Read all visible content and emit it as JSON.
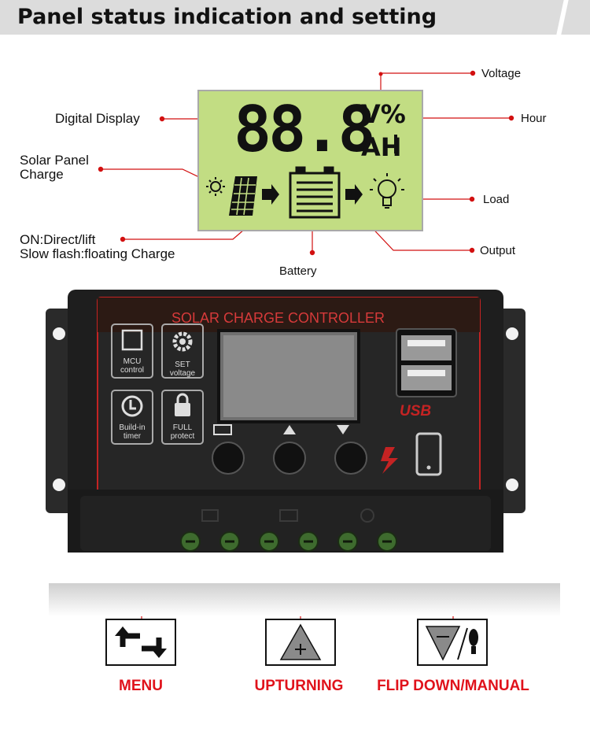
{
  "header": {
    "title": "Panel status indication and setting"
  },
  "lcd": {
    "digits": "88.8",
    "unit_top": "V%",
    "unit_bottom": "AH"
  },
  "callouts": {
    "digital_display": "Digital Display",
    "solar_panel_charge_line1": "Solar Panel",
    "solar_panel_charge_line2": "Charge",
    "on_direct": "ON:Direct/lift",
    "slow_flash": "Slow flash:floating Charge",
    "battery": "Battery",
    "voltage": "Voltage",
    "hour": "Hour",
    "load": "Load",
    "output": "Output"
  },
  "device": {
    "title": "SOLAR CHARGE CONTROLLER",
    "mcu_label_1": "MCU",
    "mcu_label_2": "control",
    "set_label_1": "SET",
    "set_label_2": "voltage",
    "timer_label_1": "Build-in",
    "timer_label_2": "timer",
    "full_label_1": "FULL",
    "full_label_2": "protect",
    "usb_label": "USB"
  },
  "buttons": [
    {
      "caption": "MENU",
      "icon": "menu-cycle-icon"
    },
    {
      "caption": "UPTURNING",
      "icon": "plus-triangle-icon"
    },
    {
      "caption": "FLIP DOWN/MANUAL",
      "icon": "minus-triangle-bulb-icon"
    }
  ],
  "colors": {
    "accent_red": "#e0121b",
    "lcd_green": "#c2dd83",
    "device_black": "#1e1e1e"
  }
}
